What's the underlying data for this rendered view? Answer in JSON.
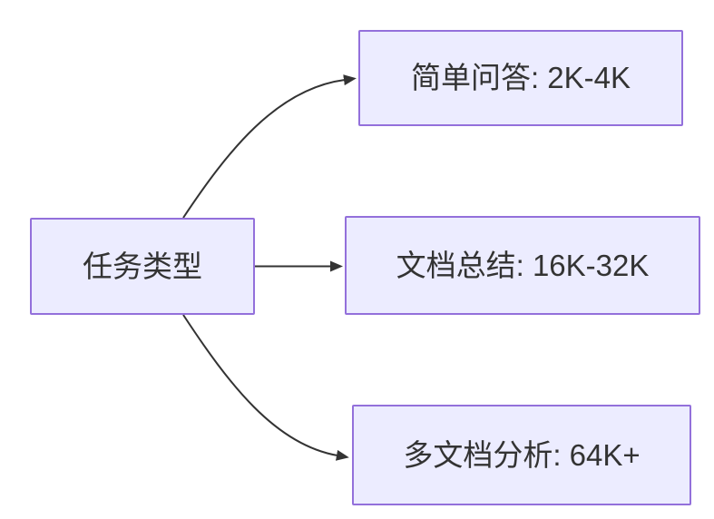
{
  "diagram": {
    "type": "flowchart",
    "direction": "left-to-right",
    "nodes": {
      "root": {
        "id": "task-type",
        "label": "任务类型"
      },
      "children": [
        {
          "id": "simple-qa",
          "label": "简单问答: 2K-4K"
        },
        {
          "id": "doc-summary",
          "label": "文档总结: 16K-32K"
        },
        {
          "id": "multi-doc",
          "label": "多文档分析: 64K+"
        }
      ]
    },
    "edges": [
      {
        "from": "task-type",
        "to": "simple-qa",
        "arrow": "curved-up"
      },
      {
        "from": "task-type",
        "to": "doc-summary",
        "arrow": "straight"
      },
      {
        "from": "task-type",
        "to": "multi-doc",
        "arrow": "curved-down"
      }
    ],
    "colors": {
      "background": "#ffffff",
      "node_fill": "#ececff",
      "node_border": "#9370db",
      "edge": "#333333",
      "text": "#333333"
    }
  }
}
